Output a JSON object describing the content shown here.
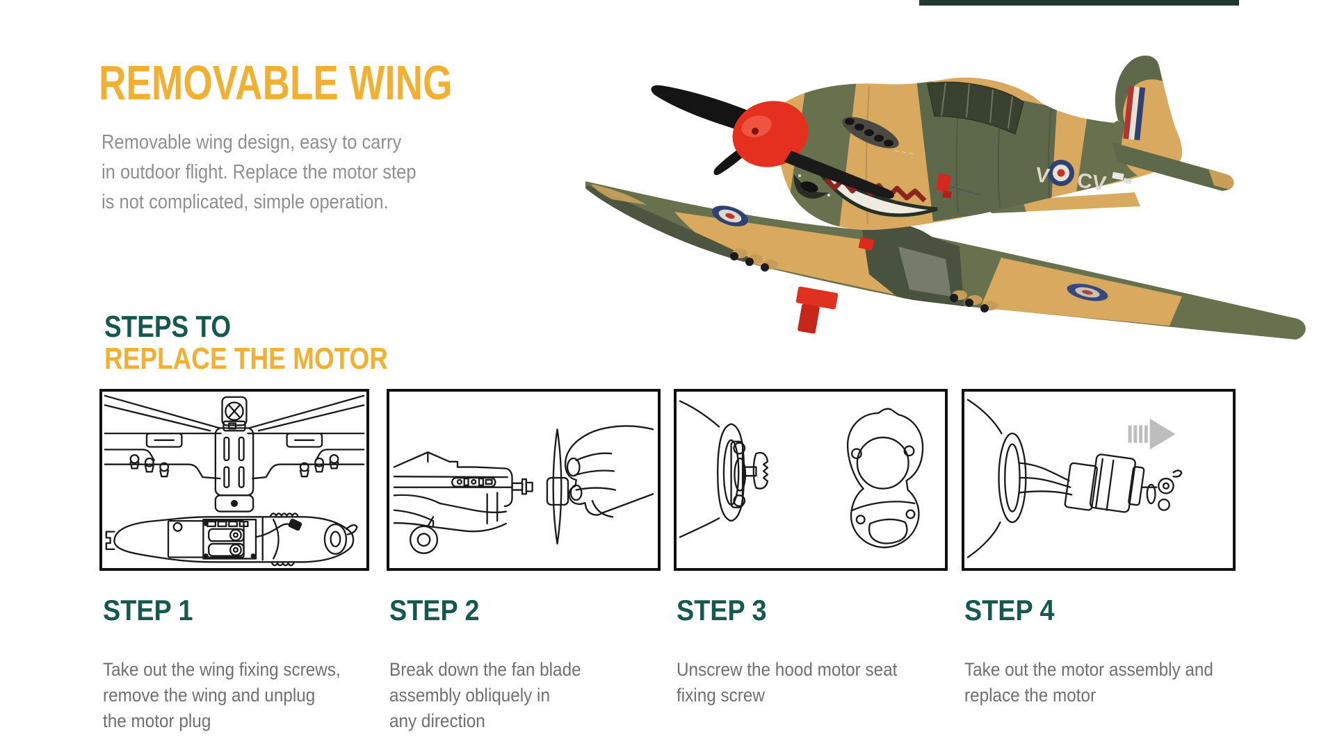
{
  "page": {
    "background": "#ffffff",
    "accent_yellow": "#F2B032",
    "accent_teal": "#15584E",
    "body_gray": "#8F8F8F",
    "top_bar_color": "#213831"
  },
  "hero": {
    "title": "REMOVABLE WING",
    "description_lines": [
      "Removable wing design, easy to carry",
      "in outdoor flight. Replace the motor step",
      "is not complicated, simple operation."
    ]
  },
  "section_heading": {
    "line1": "STEPS TO",
    "line2": "REPLACE THE MOTOR"
  },
  "photo": {
    "subject": "camouflage P-40 style RC warbird with detached one-piece wing",
    "fuselage_code_left": "V",
    "fuselage_code_right": "CV",
    "nose_art": "shark-mouth",
    "colors": {
      "camo_olive": "#67714E",
      "camo_tan": "#D8A95E",
      "spinner_red": "#E5301F",
      "propeller_black": "#141414",
      "roundel_blue": "#2E4374",
      "roundel_red": "#BD342F"
    }
  },
  "steps": [
    {
      "label": "STEP 1",
      "illustration": "wing-underside-and-fuselage-bottom",
      "lines": [
        "Take out the wing fixing screws,",
        "remove the wing and unplug",
        "the motor plug"
      ]
    },
    {
      "label": "STEP 2",
      "illustration": "hand-pulling-propeller-from-nose",
      "lines": [
        "Break down the fan blade",
        "assembly obliquely in",
        "any direction"
      ]
    },
    {
      "label": "STEP 3",
      "illustration": "hood-motor-seat-and-fixing-screw",
      "lines": [
        "Unscrew the hood motor seat",
        "fixing screw"
      ]
    },
    {
      "label": "STEP 4",
      "illustration": "motor-assembly-removal-arrow",
      "lines": [
        "Take out the motor assembly and",
        "replace the motor"
      ]
    }
  ]
}
